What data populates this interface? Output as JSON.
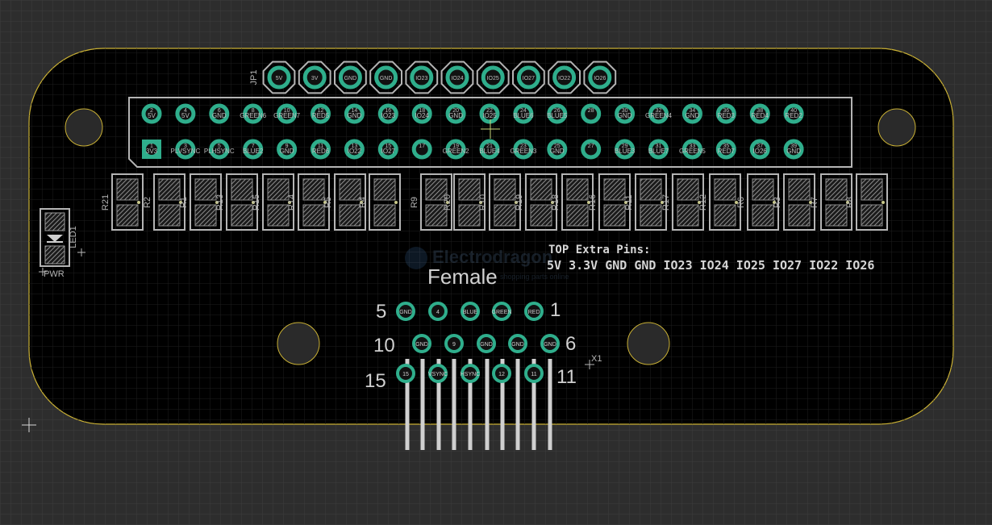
{
  "colors": {
    "background": "#2d2d2d",
    "grid": "#3f3f3f",
    "board_fill": "#000000",
    "board_outline": "#c9b034",
    "pad_ring": "#2fae8c",
    "pad_hole": "#111111",
    "silk": "#b4b4b4",
    "vga_text": "#d0d0d0"
  },
  "jp1": {
    "label": "JP1",
    "pads": [
      "5V",
      "3V",
      "GND",
      "GND",
      "IO23",
      "IO24",
      "IO25",
      "IO27",
      "IO22",
      "IO26"
    ]
  },
  "header": {
    "top_row": [
      "5V",
      "5V",
      "GND",
      "GREEN6",
      "GREEN7",
      "RED5",
      "GND",
      "IO23",
      "IO24",
      "GND",
      "IO25",
      "BLUE6",
      "BLUE5",
      "",
      "GND",
      "GREEN4",
      "GND",
      "RED3",
      "RED4",
      "RED2"
    ],
    "top_numbers": [
      "2",
      "4",
      "6",
      "8",
      "10",
      "12",
      "14",
      "16",
      "18",
      "20",
      "22",
      "24",
      "26",
      "28",
      "30",
      "32",
      "34",
      "36",
      "38",
      "40"
    ],
    "bottom_row": [
      "3V3",
      "PLVSYNC",
      "PLHSYNC",
      "BLUE2",
      "GND",
      "RED6",
      "IO22",
      "IO27",
      "",
      "GREEN2",
      "BLUE4",
      "GREEN3",
      "GND",
      "",
      "BLUE3",
      "BLUE7",
      "GREEN5",
      "RED7",
      "IO26",
      "GND"
    ],
    "bottom_numbers": [
      "1",
      "3",
      "5",
      "7",
      "9",
      "11",
      "13",
      "15",
      "17",
      "19",
      "21",
      "23",
      "25",
      "27",
      "29",
      "31",
      "33",
      "35",
      "37",
      "39"
    ]
  },
  "resistors": [
    "R21",
    "R2",
    "R1",
    "R13",
    "R15",
    "R14",
    "R5",
    "R4",
    "R9",
    "R20",
    "R10",
    "R19",
    "R18",
    "R16",
    "R11",
    "R17",
    "R12",
    "R6",
    "R3",
    "R7",
    "R8"
  ],
  "led": {
    "label": "LED1",
    "name": "PWR"
  },
  "extra_pins": {
    "title": "TOP Extra Pins:",
    "list": "5V 3.3V GND GND IO23 IO24 IO25 IO27 IO22 IO26"
  },
  "watermark": {
    "name": "Electrodragon",
    "tagline": "shopping parts online"
  },
  "vga": {
    "title": "Female",
    "ref": "X1",
    "corner_numbers": {
      "r1_left": "5",
      "r1_right": "1",
      "r2_left": "10",
      "r2_right": "6",
      "r3_left": "15",
      "r3_right": "11"
    },
    "row1": [
      "GND",
      "4",
      "BLUE",
      "GREEN",
      "RED"
    ],
    "row2": [
      "GND",
      "9",
      "GND",
      "GND",
      "GND"
    ],
    "row3": [
      "15",
      "VSYNC",
      "HSYNC",
      "12",
      "11"
    ]
  }
}
